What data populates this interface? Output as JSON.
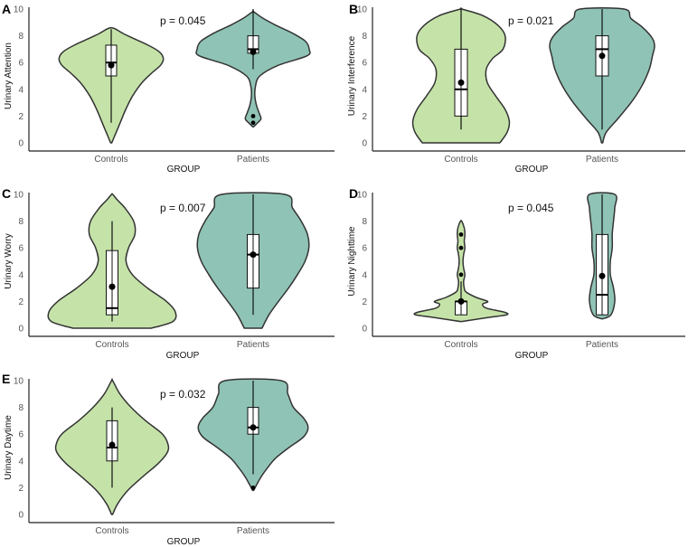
{
  "chart_data": [
    {
      "type": "violin",
      "panel": "A",
      "ylabel": "Urinary Attention",
      "xlabel": "GROUP",
      "categories": [
        "Controls",
        "Patients"
      ],
      "ylim": [
        0,
        10
      ],
      "yticks": [
        "0",
        "2",
        "4",
        "6",
        "8",
        "10"
      ],
      "p_value": "p = 0.045",
      "groups": [
        {
          "name": "Controls",
          "violin": [
            [
              0,
              0.01
            ],
            [
              0.5,
              0.06
            ],
            [
              1.5,
              0.16
            ],
            [
              2.5,
              0.26
            ],
            [
              3.5,
              0.38
            ],
            [
              4.5,
              0.55
            ],
            [
              5.2,
              0.72
            ],
            [
              5.8,
              0.88
            ],
            [
              6.3,
              0.93
            ],
            [
              6.8,
              0.86
            ],
            [
              7.3,
              0.66
            ],
            [
              7.8,
              0.4
            ],
            [
              8.2,
              0.2
            ],
            [
              8.5,
              0.08
            ],
            [
              8.6,
              0.01
            ]
          ],
          "box": {
            "q1": 5,
            "median": 6,
            "q3": 7.3
          },
          "whiskers": [
            1.5,
            8.5
          ],
          "mean": 5.8,
          "outliers": []
        },
        {
          "name": "Patients",
          "violin": [
            [
              1.2,
              0.01
            ],
            [
              1.5,
              0.08
            ],
            [
              1.8,
              0.14
            ],
            [
              2.2,
              0.11
            ],
            [
              2.8,
              0.06
            ],
            [
              3.5,
              0.03
            ],
            [
              4.2,
              0.04
            ],
            [
              5,
              0.12
            ],
            [
              5.8,
              0.45
            ],
            [
              6.5,
              0.96
            ],
            [
              7,
              1.0
            ],
            [
              7.6,
              0.93
            ],
            [
              8.2,
              0.7
            ],
            [
              8.8,
              0.4
            ],
            [
              9.3,
              0.18
            ],
            [
              9.8,
              0.01
            ]
          ],
          "box": {
            "q1": 6.7,
            "median": 7,
            "q3": 8
          },
          "whiskers": [
            5.5,
            10
          ],
          "mean": 6.8,
          "outliers": [
            2,
            1.5
          ]
        }
      ]
    },
    {
      "type": "violin",
      "panel": "B",
      "ylabel": "Urinary Interference",
      "xlabel": "GROUP",
      "categories": [
        "Controls",
        "Patients"
      ],
      "ylim": [
        0,
        10
      ],
      "yticks": [
        "0",
        "2",
        "4",
        "6",
        "8",
        "10"
      ],
      "p_value": "p = 0.021",
      "groups": [
        {
          "name": "Controls",
          "violin": [
            [
              0,
              0.74
            ],
            [
              0.8,
              0.88
            ],
            [
              1.6,
              0.92
            ],
            [
              2.5,
              0.84
            ],
            [
              3.5,
              0.66
            ],
            [
              4.5,
              0.5
            ],
            [
              5.5,
              0.48
            ],
            [
              6.3,
              0.6
            ],
            [
              7,
              0.8
            ],
            [
              8,
              0.84
            ],
            [
              8.8,
              0.7
            ],
            [
              9.5,
              0.42
            ],
            [
              10,
              0.01
            ]
          ],
          "box": {
            "q1": 2,
            "median": 4,
            "q3": 7
          },
          "whiskers": [
            1,
            10
          ],
          "mean": 4.5,
          "outliers": []
        },
        {
          "name": "Patients",
          "violin": [
            [
              0,
              0.01
            ],
            [
              0.8,
              0.08
            ],
            [
              1.8,
              0.3
            ],
            [
              3,
              0.55
            ],
            [
              4.2,
              0.75
            ],
            [
              5.5,
              0.9
            ],
            [
              6.5,
              0.96
            ],
            [
              7.2,
              1.0
            ],
            [
              7.8,
              0.96
            ],
            [
              8.6,
              0.78
            ],
            [
              9.3,
              0.55
            ],
            [
              10,
              0.42
            ]
          ],
          "box": {
            "q1": 5,
            "median": 7,
            "q3": 8
          },
          "whiskers": [
            1,
            10
          ],
          "mean": 6.5,
          "outliers": []
        }
      ]
    },
    {
      "type": "violin",
      "panel": "C",
      "ylabel": "Urinary Worry",
      "xlabel": "GROUP",
      "categories": [
        "Controls",
        "Patients"
      ],
      "ylim": [
        0,
        10
      ],
      "yticks": [
        "0",
        "2",
        "4",
        "6",
        "8",
        "10"
      ],
      "p_value": "p = 0.007",
      "groups": [
        {
          "name": "Controls",
          "violin": [
            [
              0,
              0.62
            ],
            [
              0.5,
              0.96
            ],
            [
              1.2,
              1.0
            ],
            [
              2,
              0.86
            ],
            [
              3,
              0.56
            ],
            [
              4,
              0.32
            ],
            [
              5,
              0.22
            ],
            [
              6,
              0.26
            ],
            [
              7,
              0.36
            ],
            [
              8,
              0.34
            ],
            [
              9,
              0.2
            ],
            [
              9.6,
              0.08
            ],
            [
              10,
              0.01
            ]
          ],
          "box": {
            "q1": 1,
            "median": 1.5,
            "q3": 5.8
          },
          "whiskers": [
            0.5,
            8
          ],
          "mean": 3.1,
          "outliers": []
        },
        {
          "name": "Patients",
          "violin": [
            [
              0,
              0.14
            ],
            [
              1,
              0.25
            ],
            [
              2,
              0.4
            ],
            [
              3,
              0.56
            ],
            [
              4,
              0.7
            ],
            [
              5,
              0.82
            ],
            [
              6,
              0.88
            ],
            [
              7,
              0.86
            ],
            [
              8,
              0.76
            ],
            [
              9,
              0.62
            ],
            [
              10,
              0.5
            ]
          ],
          "box": {
            "q1": 3,
            "median": 5.5,
            "q3": 7
          },
          "whiskers": [
            1,
            10
          ],
          "mean": 5.5,
          "outliers": []
        }
      ]
    },
    {
      "type": "violin",
      "panel": "D",
      "ylabel": "Urinary Nighttime",
      "xlabel": "GROUP",
      "categories": [
        "Controls",
        "Patients"
      ],
      "ylim": [
        0,
        10
      ],
      "yticks": [
        "0",
        "2",
        "4",
        "6",
        "8",
        "10"
      ],
      "p_value": "p = 0.045",
      "groups": [
        {
          "name": "Controls",
          "violin": [
            [
              0.5,
              0.01
            ],
            [
              0.8,
              0.42
            ],
            [
              1,
              0.72
            ],
            [
              1.2,
              0.68
            ],
            [
              1.5,
              0.4
            ],
            [
              1.8,
              0.34
            ],
            [
              2,
              0.42
            ],
            [
              2.3,
              0.24
            ],
            [
              2.7,
              0.08
            ],
            [
              3,
              0.05
            ],
            [
              3.5,
              0.04
            ],
            [
              4,
              0.06
            ],
            [
              4.5,
              0.04
            ],
            [
              5,
              0.03
            ],
            [
              5.5,
              0.04
            ],
            [
              6,
              0.06
            ],
            [
              6.5,
              0.05
            ],
            [
              7,
              0.06
            ],
            [
              7.5,
              0.05
            ],
            [
              8,
              0.01
            ]
          ],
          "box": {
            "q1": 1,
            "median": 2,
            "q3": 2
          },
          "whiskers": [
            1,
            3.5
          ],
          "mean": 2,
          "outliers": [
            7,
            6,
            4
          ]
        },
        {
          "name": "Patients",
          "violin": [
            [
              0.7,
              0.01
            ],
            [
              1,
              0.14
            ],
            [
              2,
              0.2
            ],
            [
              3,
              0.18
            ],
            [
              4,
              0.13
            ],
            [
              5,
              0.13
            ],
            [
              6,
              0.16
            ],
            [
              7,
              0.16
            ],
            [
              8,
              0.18
            ],
            [
              9,
              0.2
            ],
            [
              10,
              0.2
            ]
          ],
          "box": {
            "q1": 1,
            "median": 2.5,
            "q3": 7
          },
          "whiskers": [
            1,
            10
          ],
          "mean": 3.9,
          "outliers": []
        }
      ]
    },
    {
      "type": "violin",
      "panel": "E",
      "ylabel": "Urinary Daytime",
      "xlabel": "GROUP",
      "categories": [
        "Controls",
        "Patients"
      ],
      "ylim": [
        0,
        10
      ],
      "yticks": [
        "0",
        "2",
        "4",
        "6",
        "8",
        "10"
      ],
      "p_value": "p = 0.032",
      "groups": [
        {
          "name": "Controls",
          "violin": [
            [
              0,
              0.01
            ],
            [
              0.8,
              0.1
            ],
            [
              1.8,
              0.28
            ],
            [
              2.8,
              0.54
            ],
            [
              3.8,
              0.82
            ],
            [
              4.6,
              0.98
            ],
            [
              5.2,
              1.0
            ],
            [
              6,
              0.9
            ],
            [
              7,
              0.6
            ],
            [
              8,
              0.34
            ],
            [
              9,
              0.14
            ],
            [
              10,
              0.01
            ]
          ],
          "box": {
            "q1": 4,
            "median": 5,
            "q3": 7
          },
          "whiskers": [
            2,
            8
          ],
          "mean": 5.2,
          "outliers": []
        },
        {
          "name": "Patients",
          "violin": [
            [
              1.8,
              0.01
            ],
            [
              2.2,
              0.06
            ],
            [
              2.8,
              0.14
            ],
            [
              3.5,
              0.26
            ],
            [
              4.2,
              0.4
            ],
            [
              5,
              0.64
            ],
            [
              5.8,
              0.9
            ],
            [
              6.5,
              0.98
            ],
            [
              7.2,
              0.9
            ],
            [
              8,
              0.72
            ],
            [
              9,
              0.62
            ],
            [
              10,
              0.5
            ]
          ],
          "box": {
            "q1": 6,
            "median": 6.5,
            "q3": 8
          },
          "whiskers": [
            3,
            10
          ],
          "mean": 6.5,
          "outliers": [
            2
          ]
        }
      ]
    }
  ],
  "colors": {
    "controls_fill": "#c5e3a8",
    "patients_fill": "#8fc3b5",
    "outline": "#333333",
    "axis": "#222222",
    "tick_text": "#555555",
    "box_fill": "#ffffff"
  }
}
